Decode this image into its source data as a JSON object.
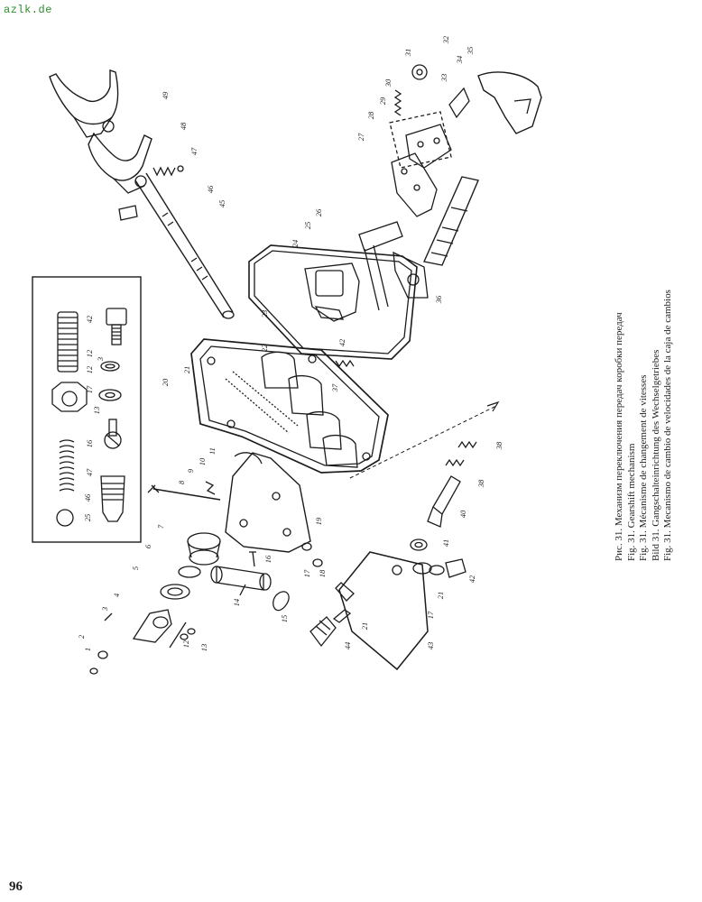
{
  "watermark": "azlk.de",
  "page_number": "96",
  "caption": [
    "Рис. 31. Механизм переключения передач коробки передач",
    "Fig. 31. Gearshift mechanism",
    "Fig. 31. Mécanisme de changement de vitesses",
    "Bild 31. Gangschalteinrichtung des Wechselgetriebes",
    "Fig. 31. Mecanismo de cambio de velocidades de la caja de cambios"
  ],
  "callouts": {
    "c1": "1",
    "c2": "2",
    "c3": "3",
    "c4": "4",
    "c5": "5",
    "c6": "6",
    "c7": "7",
    "c8": "8",
    "c9": "9",
    "c10": "10",
    "c11": "11",
    "c12": "12",
    "c13": "13",
    "c14": "14",
    "c15": "15",
    "c16": "16",
    "c17": "17",
    "c18": "18",
    "c19": "19",
    "c20": "20",
    "c21": "21",
    "c22": "22",
    "c23": "23",
    "c24": "24",
    "c25": "25",
    "c26": "26",
    "c27": "27",
    "c28": "28",
    "c29": "29",
    "c30": "30",
    "c31": "31",
    "c32": "32",
    "c33": "33",
    "c34": "34",
    "c35": "35",
    "c36": "36",
    "c37": "37",
    "c38": "38",
    "c40": "40",
    "c41": "41",
    "c42": "42",
    "c43": "43",
    "c44": "44",
    "c45": "45",
    "c46": "46",
    "c47": "47",
    "c48": "48",
    "c49": "49",
    "i3": "3",
    "i12a": "12",
    "i12b": "12",
    "i13": "13",
    "i16": "16",
    "i17": "17",
    "i25": "25",
    "i42": "42",
    "i46": "46",
    "i47": "47",
    "b17": "17",
    "b21": "21",
    "b21b": "21",
    "b38": "38",
    "b42": "42"
  }
}
